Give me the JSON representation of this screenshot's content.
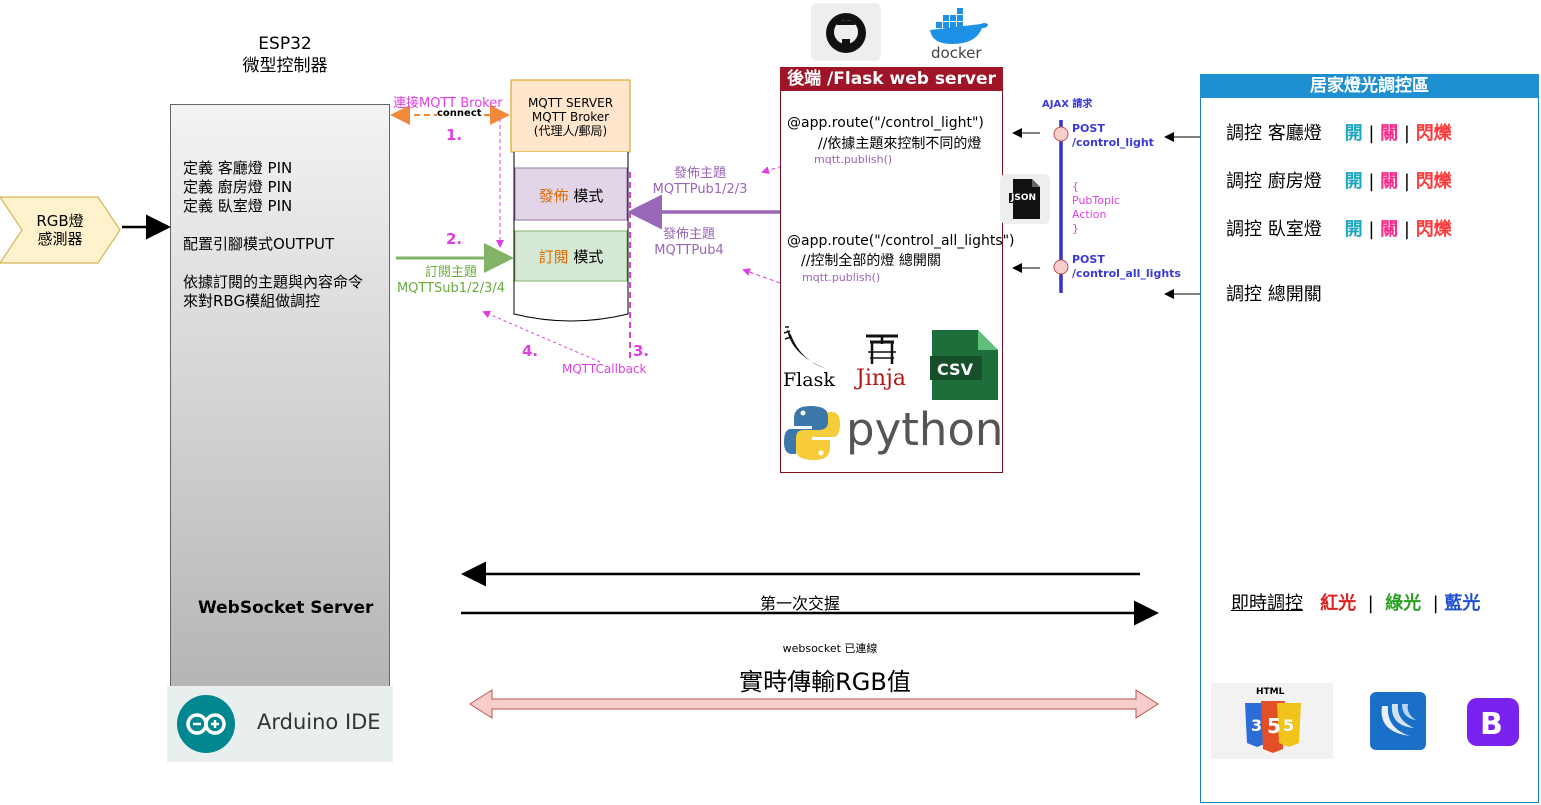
{
  "esp32": {
    "title_line1": "ESP32",
    "title_line2": "微型控制器",
    "lines": [
      "定義 客廳燈 PIN",
      "定義 廚房燈 PIN",
      "定義 臥室燈 PIN",
      "配置引腳模式OUTPUT",
      "依據訂閱的主題與內容命令",
      "來對RBG模組做調控"
    ],
    "websocket_server": "WebSocket Server",
    "arduino_label": "Arduino IDE"
  },
  "sensor": {
    "line1": "RGB燈",
    "line2": "感測器"
  },
  "broker": {
    "connect_label": "連接MQTT Broker",
    "connect_small": "connect",
    "step1": "1.",
    "title_line1": "MQTT SERVER",
    "title_line2": "MQTT Broker",
    "title_line3": "(代理人/郵局)",
    "publish_highlight": "發佈",
    "publish_rest": " 模式",
    "subscribe_highlight": "訂閱",
    "subscribe_rest": " 模式",
    "step2": "2.",
    "sub_line1": "訂閱主題",
    "sub_line2": "MQTTSub1/2/3/4",
    "step3": "3.",
    "step4": "4.",
    "callback": "MQTTCallback",
    "pub1_line1": "發佈主題",
    "pub1_line2": "MQTTPub1/2/3",
    "pub2_line1": "發佈主題",
    "pub2_line2": "MQTTPub4"
  },
  "flask": {
    "title": "後端 /Flask web server",
    "route1_line1": "@app.route(\"/control_light\")",
    "route1_line2": "//依據主題來控制不同的燈",
    "route1_publish": "mqtt.publish()",
    "route2_line1": "@app.route(\"/control_all_lights\")",
    "route2_line2": "//控制全部的燈 總開關",
    "route2_publish": "mqtt.publish()",
    "flask_logo": "Flask",
    "jinja_logo": "Jinja",
    "csv_logo": "CSV",
    "python_logo": "python",
    "docker_logo": "docker",
    "json_logo": "JSON"
  },
  "ajax": {
    "title": "AJAX 請求",
    "post1_line1": "POST",
    "post1_line2": "/control_light",
    "action_line1": "{",
    "action_line2": "PubTopic",
    "action_line3": "Action",
    "action_line4": "}",
    "post2_line1": "POST",
    "post2_line2": "/control_all_lights"
  },
  "home": {
    "title": "居家燈光調控區",
    "rows": [
      {
        "label": "調控 客廳燈",
        "on": "開",
        "off": "關",
        "blink": "閃爍"
      },
      {
        "label": "調控 廚房燈",
        "on": "開",
        "off": "關",
        "blink": "閃爍"
      },
      {
        "label": "調控 臥室燈",
        "on": "開",
        "off": "關",
        "blink": "閃爍"
      }
    ],
    "sep": "|",
    "master": "調控 總開關",
    "realtime": "即時調控",
    "red": "紅光",
    "green": "綠光",
    "blue": "藍光",
    "html5": "HTML"
  },
  "websocket": {
    "handshake": "第一次交握",
    "connected": "websocket 已連線",
    "transfer": "實時傳輸RGB值"
  },
  "colors": {
    "flask_red": "#a01428",
    "home_blue": "#1e8fd0",
    "mqtt_orange": "#f08a3a",
    "pink": "#e040e0",
    "purple": "#9a66b8",
    "green": "#82b366"
  }
}
